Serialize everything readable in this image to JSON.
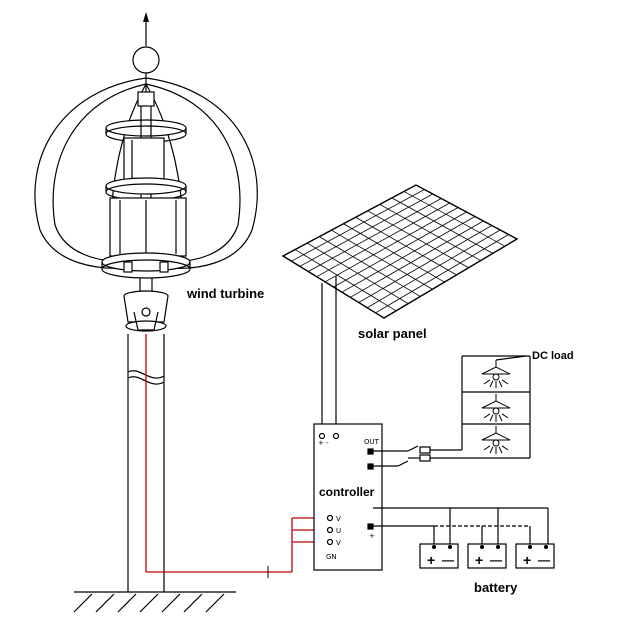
{
  "labels": {
    "wind_turbine": "wind turbine",
    "solar_panel": "solar panel",
    "dc_load": "DC load",
    "controller": "controller",
    "battery": "battery"
  },
  "controller_terminals": {
    "pv_top": "+ -",
    "out": "OUT",
    "phase_1": "V",
    "phase_2": "U",
    "phase_3": "V",
    "ground": "GN",
    "bat_plus": "+"
  },
  "battery_terminals": {
    "plus": "+",
    "minus": "—"
  },
  "colors": {
    "line": "#000000",
    "wire_red": "#c00000"
  }
}
